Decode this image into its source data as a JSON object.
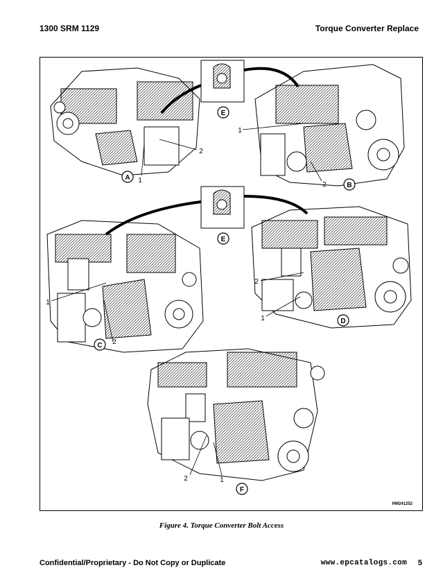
{
  "header": {
    "left": "1300 SRM 1129",
    "right": "Torque Converter Replace"
  },
  "figure": {
    "code": "HM241252",
    "caption": "Figure 4. Torque Converter Bolt Access",
    "views": [
      {
        "letter": "A",
        "callouts": [
          "1",
          "2"
        ]
      },
      {
        "letter": "B",
        "callouts": [
          "1",
          "2"
        ]
      },
      {
        "letter": "C",
        "callouts": [
          "1",
          "2"
        ]
      },
      {
        "letter": "D",
        "callouts": [
          "1",
          "2"
        ]
      },
      {
        "letter": "E",
        "callouts": []
      },
      {
        "letter": "E",
        "callouts": []
      },
      {
        "letter": "F",
        "callouts": [
          "1",
          "2"
        ]
      }
    ]
  },
  "footer": {
    "left": "Confidential/Proprietary - Do Not Copy or Duplicate",
    "site": "www.epcatalogs.com",
    "page": "5"
  }
}
